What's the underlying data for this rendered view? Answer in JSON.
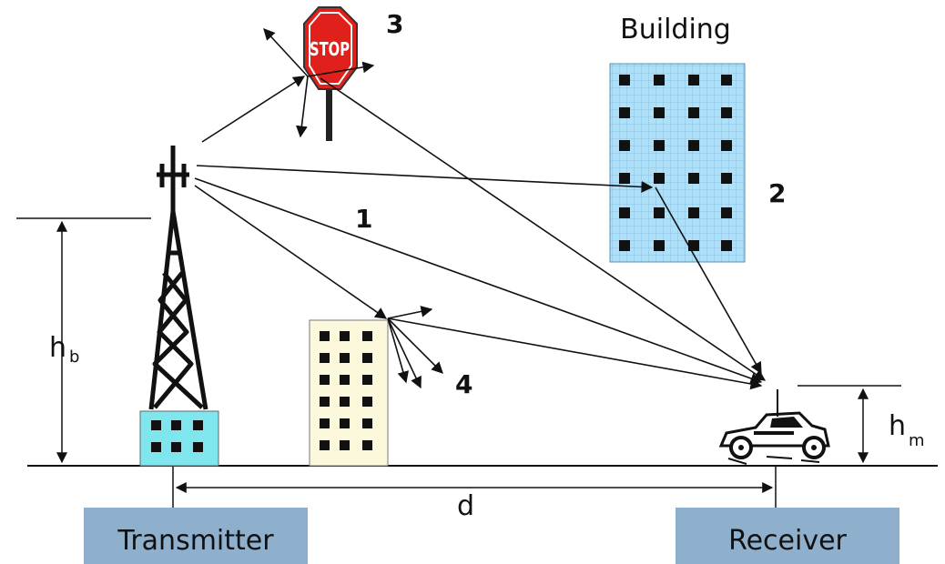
{
  "labels": {
    "building": "Building",
    "stop_sign": "STOP",
    "path_direct": "1",
    "path_building": "2",
    "path_sign": "3",
    "path_scatter": "4",
    "base_height_main": "h",
    "base_height_sub": "b",
    "mobile_height_main": "h",
    "mobile_height_sub": "m",
    "distance": "d",
    "transmitter": "Transmitter",
    "receiver": "Receiver"
  },
  "colors": {
    "ground": "#111111",
    "label_box": "#8fb0cc",
    "tall_building": "#aee0f8",
    "small_building": "#fbf8dc",
    "base_station_building": "#7fe6ee",
    "stop_red": "#e0201a",
    "window": "#111111"
  },
  "icons": {
    "tower": "lattice-tower-icon",
    "antenna": "antenna-icon",
    "car": "vintage-car-icon",
    "stop": "stop-sign-icon"
  }
}
